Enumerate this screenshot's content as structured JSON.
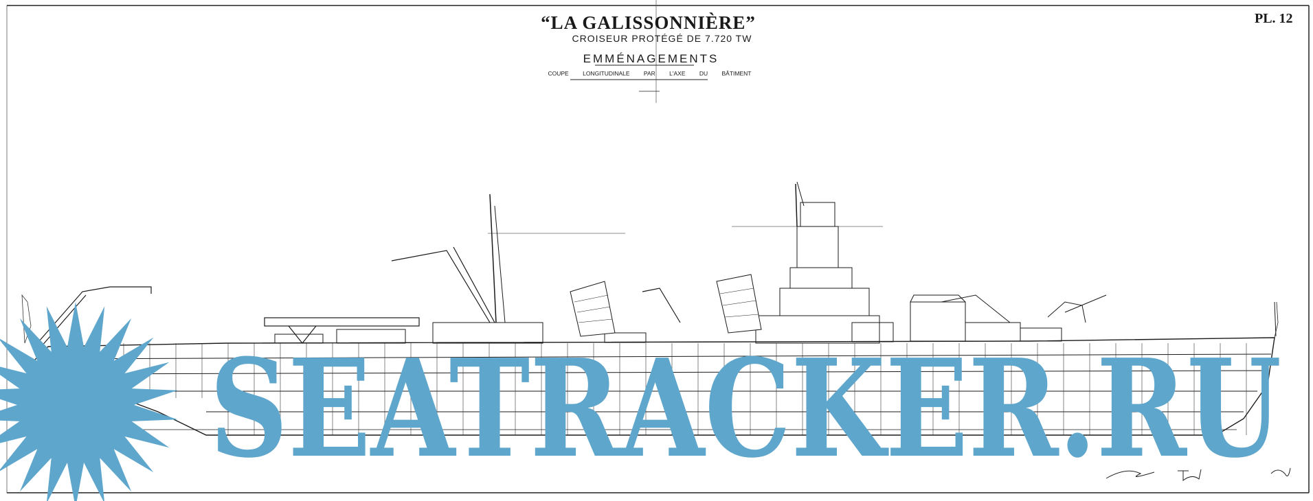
{
  "drawing": {
    "title": "“LA GALISSONNIÈRE”",
    "subtitle": "CROISEUR PROTÉGÉ DE 7.720 TW",
    "section_title": "EMMÉNAGEMENTS",
    "cut_label": "COUPE LONGITUDINALE PAR L'AXE DU BÂTIMENT",
    "plate_number": "PL. 12"
  },
  "watermark": {
    "text": "SEATRACKER.RU",
    "color": "#5fa6cc"
  },
  "colors": {
    "ink": "#1a1a1a",
    "paper": "#ffffff"
  }
}
